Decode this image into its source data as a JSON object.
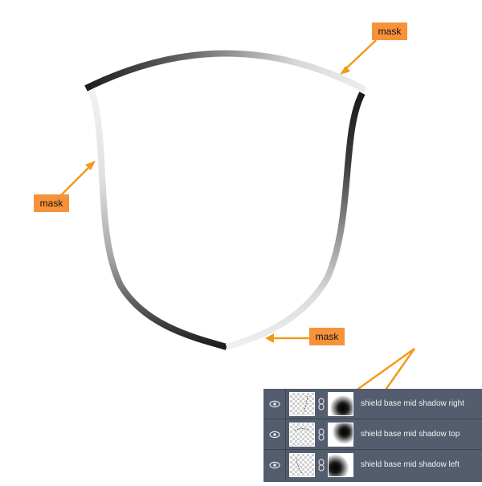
{
  "annotations": {
    "callout_top": "mask",
    "callout_left": "mask",
    "callout_bottom": "mask"
  },
  "layers_panel": {
    "layers": [
      {
        "name": "shield base mid shadow right",
        "mask_icon": "mask-gradient-right"
      },
      {
        "name": "shield base mid shadow top",
        "mask_icon": "mask-gradient-top"
      },
      {
        "name": "shield base mid shadow left",
        "mask_icon": "mask-gradient-left"
      }
    ]
  },
  "colors": {
    "callout_bg": "#f7923a",
    "arrow": "#f39a1a",
    "panel_bg": "#535d6e"
  }
}
